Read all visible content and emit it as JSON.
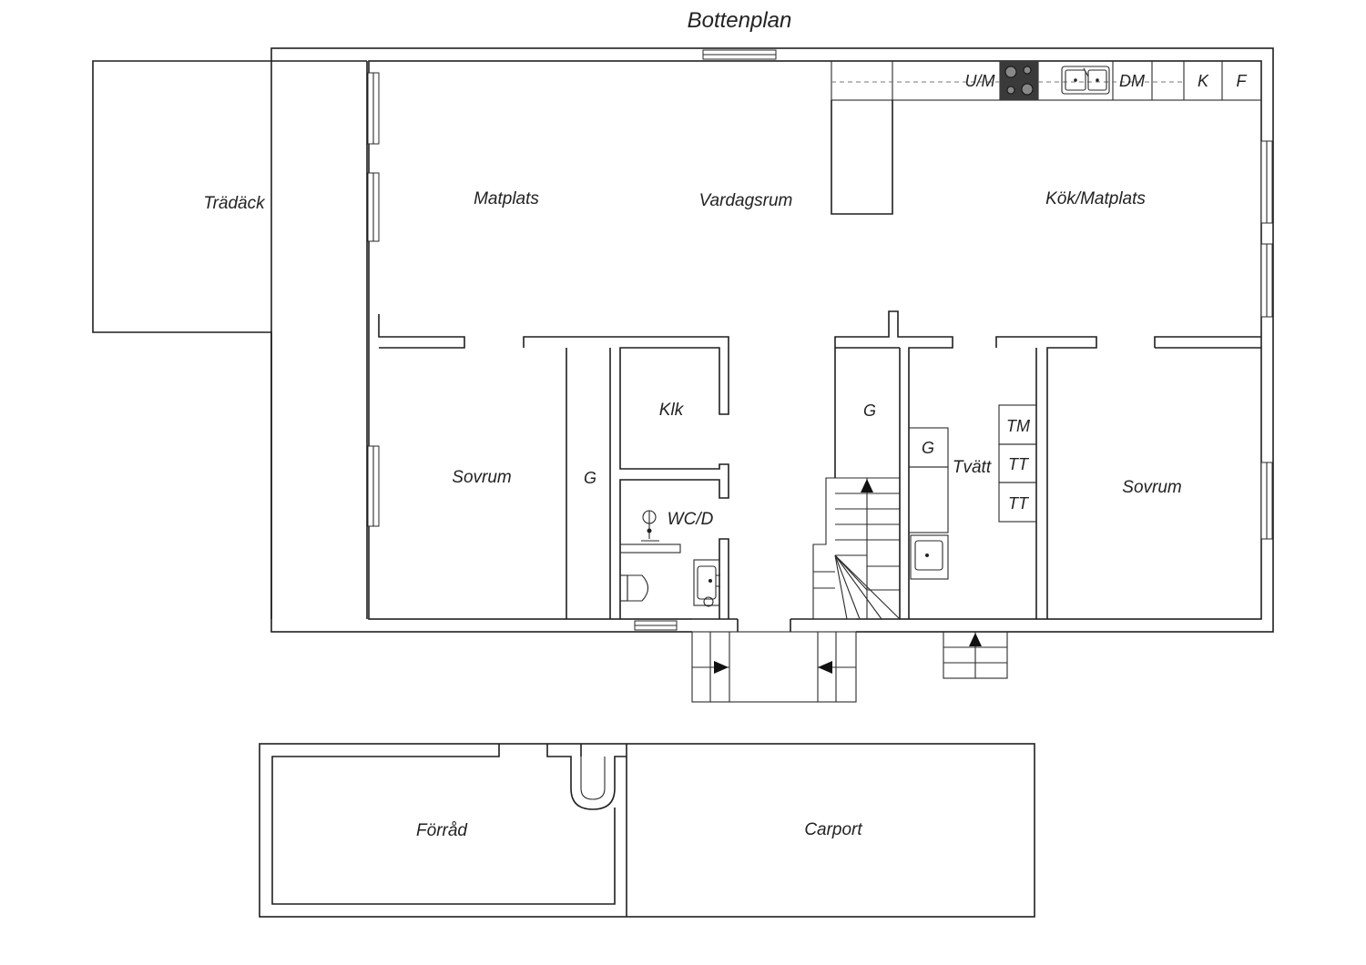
{
  "title": "Bottenplan",
  "rooms": {
    "tradack": "Trädäck",
    "matplats": "Matplats",
    "vardagsrum": "Vardagsrum",
    "kok": "Kök/Matplats",
    "sovrum_left": "Sovrum",
    "sovrum_right": "Sovrum",
    "klk": "Klk",
    "wcd": "WC/D",
    "tvatt": "Tvätt",
    "forrad": "Förråd",
    "carport": "Carport"
  },
  "fixtures": {
    "g_left": "G",
    "g_hall": "G",
    "g_tvatt": "G",
    "um": "U/M",
    "dm": "DM",
    "k": "K",
    "f": "F",
    "tm": "TM",
    "tt1": "TT",
    "tt2": "TT"
  }
}
